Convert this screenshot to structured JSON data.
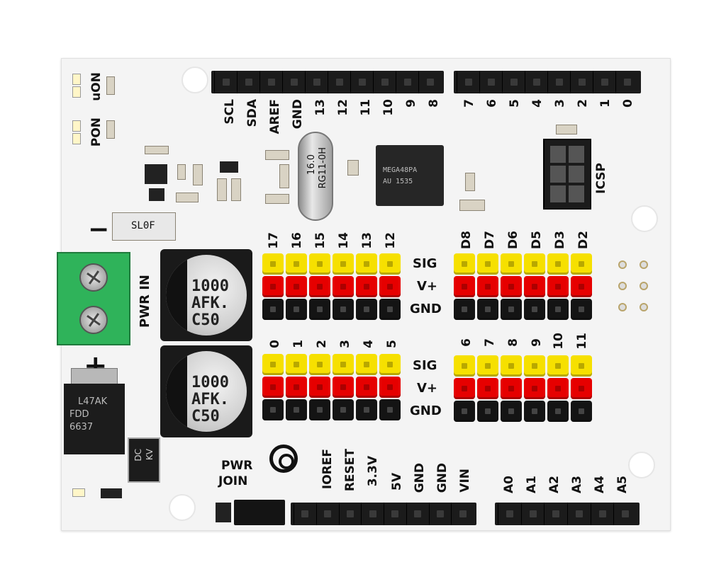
{
  "board": {
    "labels": {
      "uon": "uON",
      "pon": "PON",
      "pwr_in": "PWR IN",
      "minus": "−",
      "plus": "+",
      "pwr_join_1": "PWR",
      "pwr_join_2": "JOIN",
      "icsp": "ICSP",
      "resistor": "SL0F"
    },
    "top_left_header": [
      "SCL",
      "SDA",
      "AREF",
      "GND",
      "13",
      "12",
      "11",
      "10",
      "9",
      "8"
    ],
    "top_right_header": [
      "7",
      "6",
      "5",
      "4",
      "3",
      "2",
      "1",
      "0"
    ],
    "bottom_left_header": [
      "IOREF",
      "RESET",
      "3.3V",
      "5V",
      "GND",
      "GND",
      "VIN"
    ],
    "bottom_right_header": [
      "A0",
      "A1",
      "A2",
      "A3",
      "A4",
      "A5"
    ],
    "upper_left_pins": [
      "17",
      "16",
      "15",
      "14",
      "13",
      "12"
    ],
    "upper_right_pins": [
      "D8",
      "D7",
      "D6",
      "D5",
      "D3",
      "D2"
    ],
    "lower_left_pins": [
      "0",
      "1",
      "2",
      "3",
      "4",
      "5"
    ],
    "lower_right_pins": [
      "6",
      "7",
      "8",
      "9",
      "10",
      "11"
    ],
    "row_labels": {
      "sig": "SIG",
      "vplus": "V+",
      "gnd": "GND"
    },
    "capacitor": {
      "line1": "1000",
      "line2": "AFK.",
      "line3": "C50"
    },
    "crystal": {
      "line1": "16.0",
      "line2": "RG11-0H"
    },
    "mcu": {
      "line1": "MEGA48PA",
      "line2": "AU 1535"
    },
    "regulator": {
      "line1": "L47AK",
      "line2": "FDD",
      "line3": "6637"
    },
    "diode": {
      "line1": "DC",
      "line2": "KV"
    }
  },
  "colors": {
    "signal": "#f6e000",
    "vplus": "#e60000",
    "ground": "#141414",
    "terminal": "#2fb35a"
  }
}
